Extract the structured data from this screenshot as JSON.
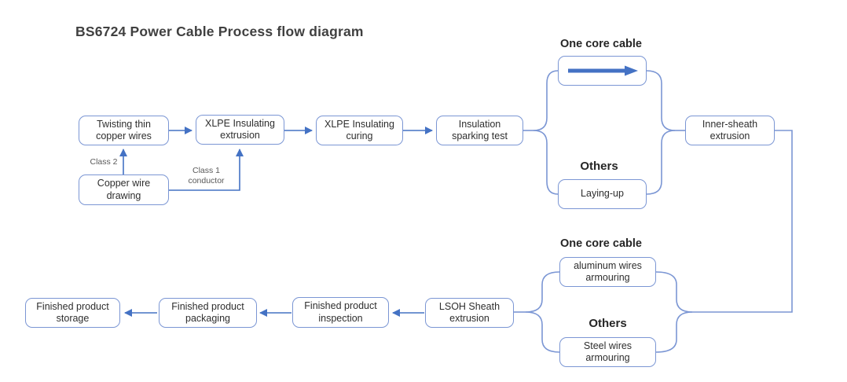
{
  "title": "BS6724 Power Cable Process flow diagram",
  "nodes": {
    "twisting": {
      "label": "Twisting thin copper wires"
    },
    "copper_drawing": {
      "label": "Copper wire drawing"
    },
    "xlpe_extrusion": {
      "label": "XLPE Insulating extrusion"
    },
    "xlpe_curing": {
      "label": "XLPE Insulating curing"
    },
    "sparking_test": {
      "label": "Insulation sparking test"
    },
    "laying_up": {
      "label": "Laying-up"
    },
    "inner_sheath": {
      "label": "Inner-sheath extrusion"
    },
    "aluminum_armouring": {
      "label": "aluminum wires armouring"
    },
    "steel_armouring": {
      "label": "Steel wires armouring"
    },
    "lsoh_extrusion": {
      "label": "LSOH Sheath extrusion"
    },
    "inspection": {
      "label": "Finished product inspection"
    },
    "packaging": {
      "label": "Finished product packaging"
    },
    "storage": {
      "label": "Finished product storage"
    }
  },
  "headings": {
    "one_core_top": "One core cable",
    "others_top": "Others",
    "one_core_bottom": "One core cable",
    "others_bottom": "Others"
  },
  "edge_labels": {
    "class2": "Class 2",
    "class1": "Class 1 conductor"
  },
  "icons": {
    "cable_direction": "right-arrow-icon"
  },
  "colors": {
    "box_border": "#7b96d4",
    "connector_blue": "#4472c4",
    "text": "#2e2e2e",
    "label_gray": "#595959",
    "title_text": "#404040"
  }
}
